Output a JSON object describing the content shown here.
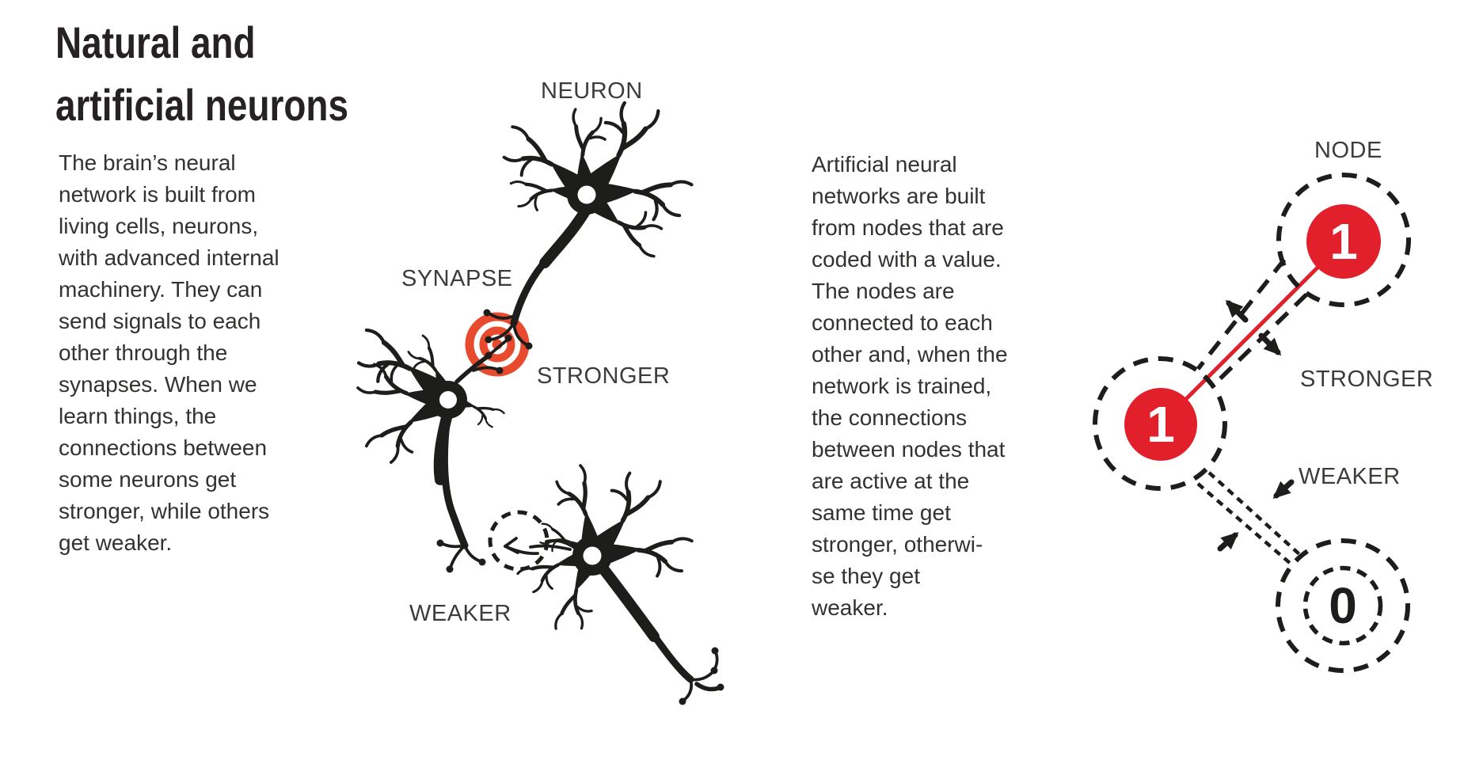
{
  "header": {
    "title": "Natural and\nartificial neurons"
  },
  "natural": {
    "paragraph": "The brain’s neural\nnetwork is built from\nliving cells, neurons,\nwith advanced internal\nmachinery. They can\nsend signals to each\nother through the\nsynapses. When we\nlearn things, the\nconnections between\nsome neurons get\nstronger, while others\nget weaker.",
    "labels": {
      "neuron": "NEURON",
      "synapse": "SYNAPSE",
      "stronger": "STRONGER",
      "weaker": "WEAKER"
    }
  },
  "artificial": {
    "paragraph": "Artificial neural\nnetworks are built\nfrom nodes that are\ncoded with a value.\nThe nodes are\nconnected to each\nother and, when the\nnetwork is trained,\nthe connections\nbetween nodes that\nare active at the\nsame time get\nstronger, otherwi-\nse they get\nweaker.",
    "labels": {
      "node": "NODE",
      "stronger": "STRONGER",
      "weaker": "WEAKER"
    },
    "nodes": {
      "top_value": "1",
      "left_value": "1",
      "bottom_value": "0"
    }
  },
  "colors": {
    "background": "#ffffff",
    "ink": "#1d1d1b",
    "text_dark": "#343231",
    "label_gray": "#3c3c3b",
    "node_red": "#e2202b",
    "synapse_red": "#e74a2c"
  }
}
